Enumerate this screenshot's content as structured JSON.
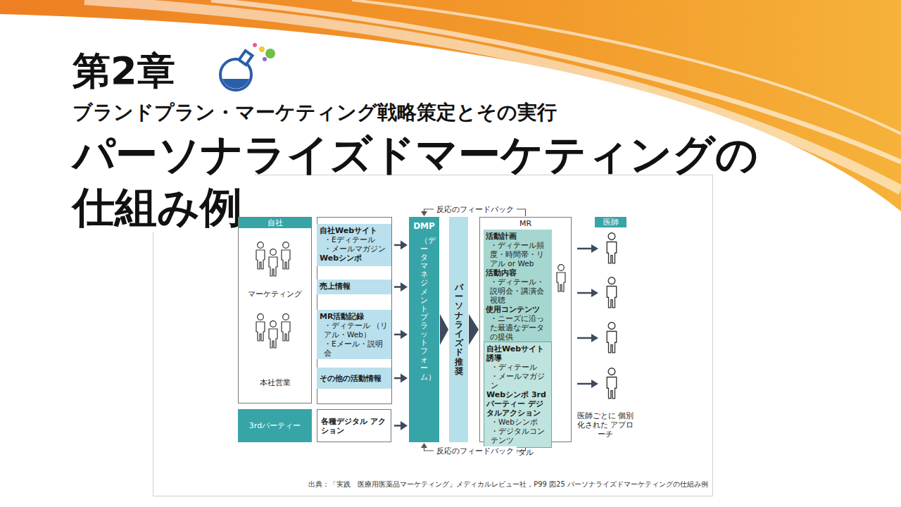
{
  "diagram": {
    "title": "パーソナライズドマーケティングの仕組み例",
    "caption": "出典：「実践　医療用医薬品マーケティング」メディカルレビュー社，P99 図25 パーソナライズドマーケティングの仕組み例",
    "nodes": [
      {
        "text": [
          "自社",
          "マーケティング",
          "本社営業"
        ]
      },
      {
        "text": [
          "3rdパーティー"
        ]
      },
      {
        "text": [
          "自社Webサイト",
          "・Eディテール",
          "・メールマガジン",
          "Webシンポ"
        ]
      },
      {
        "text": [
          "売上情報"
        ]
      },
      {
        "text": [
          "MR活動記録",
          "・ディテール （リアル・Web）",
          "・Eメール・説明会"
        ]
      },
      {
        "text": [
          "その他の活動情報"
        ]
      },
      {
        "text": [
          "各種デジタル アクション"
        ]
      },
      {
        "text": [
          "DMP",
          "（データマネジメントプラットフォーム）"
        ]
      },
      {
        "text": [
          "パーソナライズド推奨"
        ]
      },
      {
        "text": [
          "MR"
        ]
      },
      {
        "text": [
          "活動計画",
          "・ディテール頻度・時間帯・リアル or Web",
          "活動内容",
          "・ディテール・説明会・講演会視聴",
          "使用コンテンツ",
          "・ニーズに沿った最適なデータの提供"
        ],
        "in": 9
      },
      {
        "text": [
          "デジタル",
          "自社Webサイト誘導",
          "・ディテール",
          "・メールマガジン",
          "Webシンポ 3rdパーティー デジタルアクション",
          "・Webシンポ",
          "・デジタルコンテンツ"
        ],
        "in": 9
      },
      {
        "text": [
          "医師"
        ]
      }
    ],
    "edges": [
      {
        "from": 2,
        "to": 7,
        "arrow": "to"
      },
      {
        "from": 3,
        "to": 7,
        "arrow": "to"
      },
      {
        "from": 4,
        "to": 7,
        "arrow": "to"
      },
      {
        "from": 5,
        "to": 7,
        "arrow": "to"
      },
      {
        "from": 6,
        "to": 7,
        "arrow": "to"
      },
      {
        "from": 7,
        "to": 8,
        "arrow": "to"
      },
      {
        "from": 8,
        "to": 9,
        "arrow": "to"
      },
      {
        "from": 9,
        "to": 7,
        "label": "反応のフィードバック",
        "arrow": "to"
      },
      {
        "from": 9,
        "to": 7,
        "label": "反応のフィードバック",
        "arrow": "to"
      }
    ],
    "labels": [
      "第2章",
      "ブランドプラン・マーケティング戦略策定とその実行",
      "医師ごとに 個別化された アプローチ"
    ]
  }
}
